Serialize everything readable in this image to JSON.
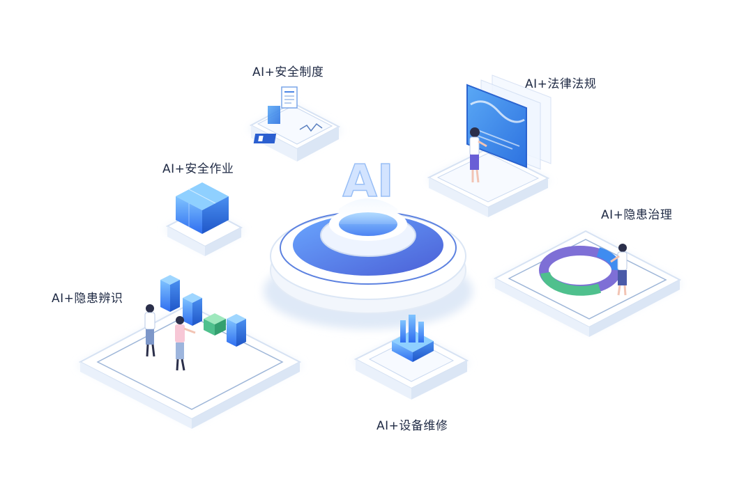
{
  "center": {
    "text": "AI"
  },
  "modules": [
    {
      "key": "rules",
      "label": "AI+安全制度"
    },
    {
      "key": "law",
      "label": "AI+法律法规"
    },
    {
      "key": "work",
      "label": "AI+安全作业"
    },
    {
      "key": "hazard",
      "label": "AI+隐患治理"
    },
    {
      "key": "ident",
      "label": "AI+隐患辨识"
    },
    {
      "key": "repair",
      "label": "AI+设备维修"
    }
  ],
  "colors": {
    "accent": "#3f8cf0",
    "accent_dark": "#1f56c8",
    "platform": "#f4f8ff",
    "ring_purple": "#7e6fd6",
    "ring_green": "#4fc08d",
    "label_text": "#1f2a44"
  }
}
